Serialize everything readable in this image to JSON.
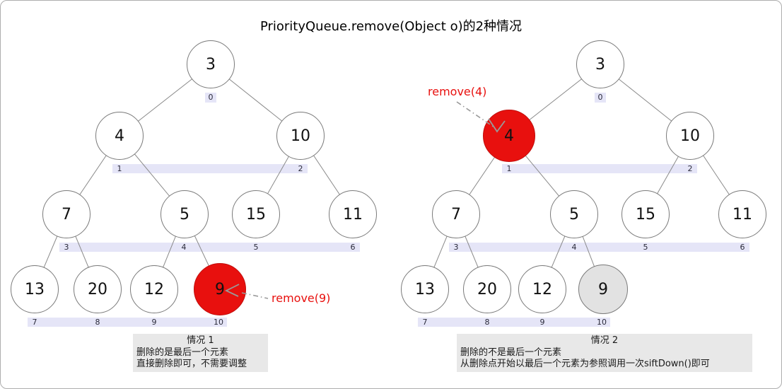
{
  "title": "PriorityQueue.remove(Object o)的2种情况",
  "colors": {
    "node_fill": "#ffffff",
    "node_border": "#7a7a7a",
    "highlight_red": "#e8100e",
    "removed_gray": "#e2e2e2",
    "index_band": "#e5e5f7",
    "index_text": "#2a2a3a",
    "edge": "#8a8a8a",
    "arrow": "#999999",
    "note_bg": "#e8e8e8"
  },
  "left_tree": {
    "remove_label": "remove(9)",
    "nodes": [
      {
        "value": "3",
        "index": "0"
      },
      {
        "value": "4",
        "index": "1"
      },
      {
        "value": "10",
        "index": "2"
      },
      {
        "value": "7",
        "index": "3"
      },
      {
        "value": "5",
        "index": "4"
      },
      {
        "value": "15",
        "index": "5"
      },
      {
        "value": "11",
        "index": "6"
      },
      {
        "value": "13",
        "index": "7"
      },
      {
        "value": "20",
        "index": "8"
      },
      {
        "value": "12",
        "index": "9"
      },
      {
        "value": "9",
        "index": "10"
      }
    ],
    "note": {
      "heading": "情况 1",
      "line1": "删除的是最后一个元素",
      "line2": "直接删除即可，不需要调整"
    }
  },
  "right_tree": {
    "remove_label": "remove(4)",
    "nodes": [
      {
        "value": "3",
        "index": "0"
      },
      {
        "value": "4",
        "index": "1"
      },
      {
        "value": "10",
        "index": "2"
      },
      {
        "value": "7",
        "index": "3"
      },
      {
        "value": "5",
        "index": "4"
      },
      {
        "value": "15",
        "index": "5"
      },
      {
        "value": "11",
        "index": "6"
      },
      {
        "value": "13",
        "index": "7"
      },
      {
        "value": "20",
        "index": "8"
      },
      {
        "value": "12",
        "index": "9"
      },
      {
        "value": "9",
        "index": "10"
      }
    ],
    "note": {
      "heading": "情况 2",
      "line1": "删除的不是最后一个元素",
      "line2": "从删除点开始以最后一个元素为参照调用一次siftDown()即可"
    }
  }
}
